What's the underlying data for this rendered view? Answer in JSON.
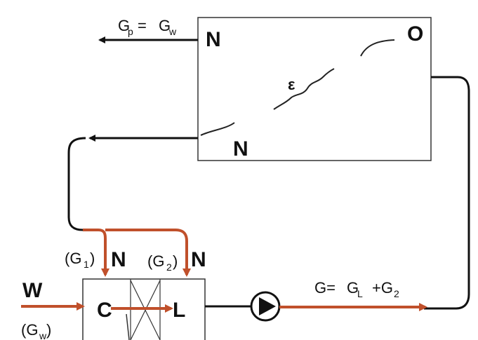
{
  "labels": {
    "gp_main": "G",
    "gp_sub": "p",
    "gp_eq": "=",
    "gw_main": "G",
    "gw_sub": "w",
    "n_top": "N",
    "o_top": "O",
    "epsilon": "ε",
    "n_bottom": "N",
    "g1_open": "(G",
    "g1_sub": "1",
    "g1_close": ")",
    "n_left": "N",
    "g2_open": "(G",
    "g2_sub": "2",
    "g2_close": ")",
    "n_right": "N",
    "w_label": "W",
    "gw_open": "(G",
    "gw_paren_sub": "w",
    "gw_close": ")",
    "c_label": "C",
    "l_label": "L",
    "g_total": "G=",
    "gl_main": "G",
    "gl_sub": "L",
    "g2_plus": "+G",
    "g2_plus_sub": "2"
  },
  "colors": {
    "line": "#111111",
    "flow": "#c0502b"
  },
  "icons": {
    "pump": "pump-icon",
    "valve": "cross-valve-icon"
  }
}
